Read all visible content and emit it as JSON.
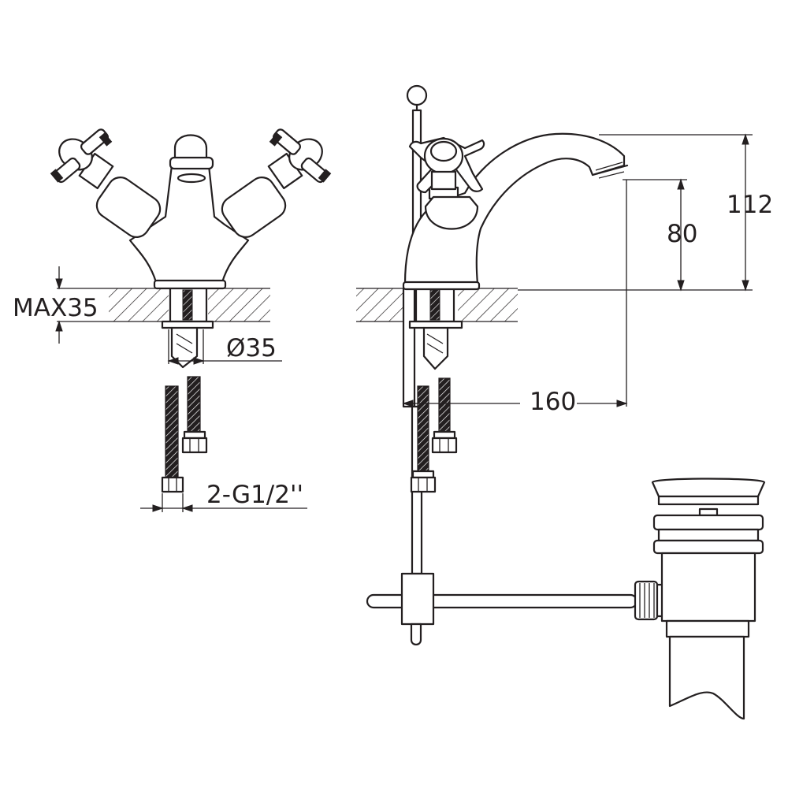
{
  "dimensions": {
    "max_thickness": "MAX35",
    "hole_diameter": "Ø35",
    "connections": "2-G1/2''",
    "reach": "160",
    "spout_height": "80",
    "total_height": "112"
  },
  "colors": {
    "line": "#231f20",
    "background": "#ffffff"
  }
}
